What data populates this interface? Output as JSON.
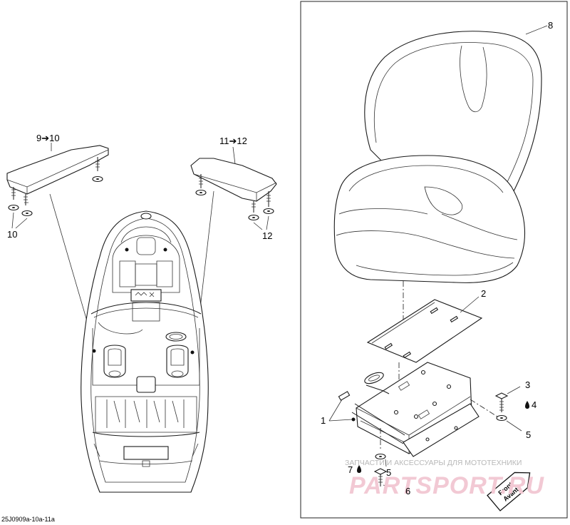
{
  "diagram_code": "25J0909a-10a-11a",
  "callouts": {
    "c1": "1",
    "c2": "2",
    "c3": "3",
    "c4": "4",
    "c5a": "5",
    "c5b": "5",
    "c6": "6",
    "c7": "7",
    "c8": "8",
    "c9to10": "9➔10",
    "c10": "10",
    "c11to12": "11➔12",
    "c12": "12"
  },
  "front_sign": {
    "line1": "Front",
    "line2": "Avant"
  },
  "watermark": {
    "caption": "ЗАПЧАСТИ И АКСЕССУАРЫ ДЛЯ МОТОТЕХНИКИ",
    "brand": "PARTSPORT.RU"
  },
  "icons": [
    "drop-icon",
    "front-arrow-icon"
  ]
}
